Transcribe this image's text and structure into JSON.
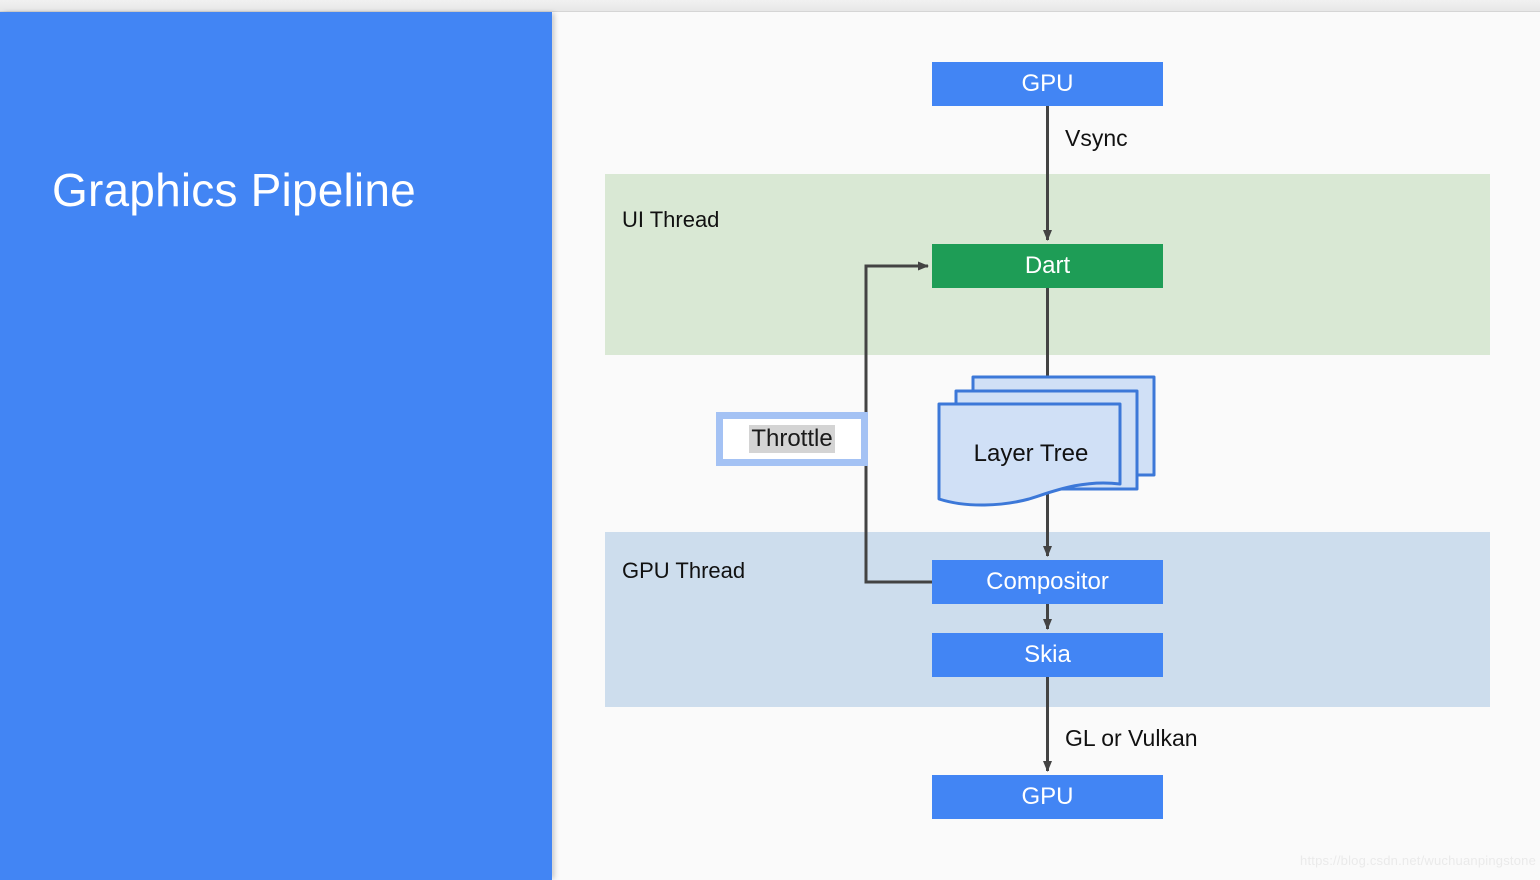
{
  "slide": {
    "title": "Graphics Pipeline",
    "watermark": "https://blog.csdn.net/wuchuanpingstone"
  },
  "colors": {
    "panel_blue": "#4285F4",
    "node_blue": "#4285F4",
    "node_green": "#1E9D56",
    "ui_thread_band": "#D9E8D4",
    "gpu_thread_band": "#CDDDED",
    "layer_tree_fill": "#D0E0F6",
    "layer_tree_stroke": "#3C78D8",
    "throttle_border": "#A4C2F4",
    "throttle_highlight": "#D4D4D4",
    "connector": "#434343",
    "canvas": "#FAFAFA"
  },
  "lanes": [
    {
      "id": "ui-thread",
      "label": "UI Thread"
    },
    {
      "id": "gpu-thread",
      "label": "GPU Thread"
    }
  ],
  "nodes": [
    {
      "id": "gpu-top",
      "label": "GPU",
      "style": "blue"
    },
    {
      "id": "dart",
      "label": "Dart",
      "style": "green"
    },
    {
      "id": "compositor",
      "label": "Compositor",
      "style": "blue"
    },
    {
      "id": "skia",
      "label": "Skia",
      "style": "blue"
    },
    {
      "id": "gpu-bottom",
      "label": "GPU",
      "style": "blue"
    }
  ],
  "throttle": {
    "label": "Throttle"
  },
  "layer_tree": {
    "label": "Layer Tree",
    "stack_count": 3
  },
  "edges": [
    {
      "id": "gpu-to-dart",
      "from": "gpu-top",
      "to": "dart",
      "label": "Vsync"
    },
    {
      "id": "dart-to-layertree",
      "from": "dart",
      "to": "layer-tree",
      "label": ""
    },
    {
      "id": "layertree-to-comp",
      "from": "layer-tree",
      "to": "compositor",
      "label": ""
    },
    {
      "id": "comp-to-skia",
      "from": "compositor",
      "to": "skia",
      "label": ""
    },
    {
      "id": "skia-to-gpu",
      "from": "skia",
      "to": "gpu-bottom",
      "label": "GL or Vulkan"
    },
    {
      "id": "comp-to-dart-feedback",
      "from": "compositor",
      "to": "dart",
      "label": ""
    }
  ]
}
